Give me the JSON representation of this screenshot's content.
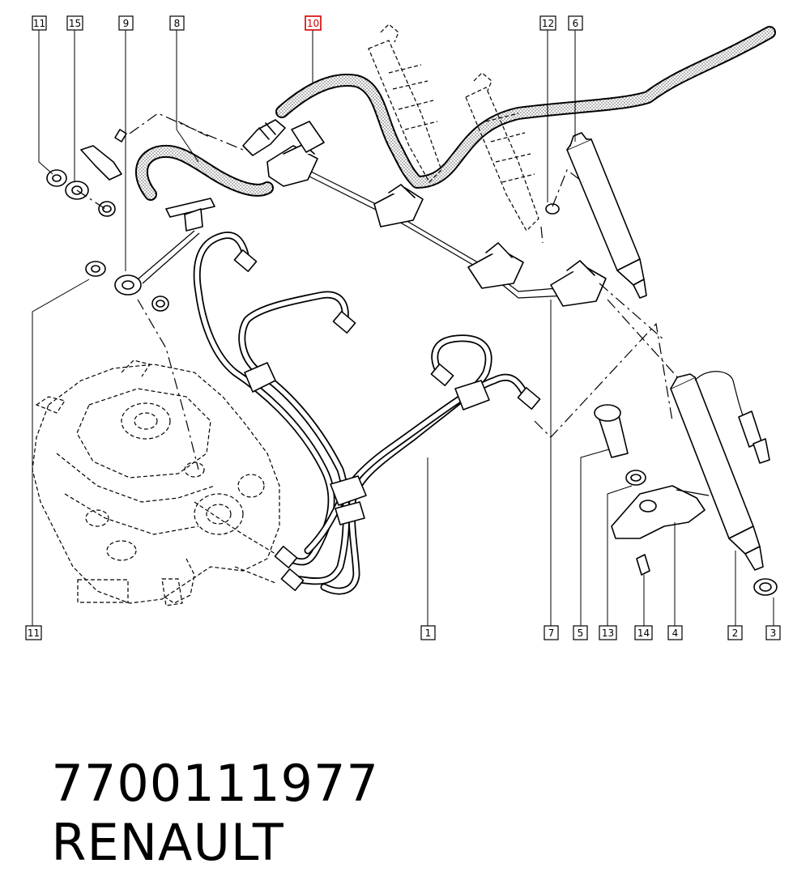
{
  "callouts": {
    "c11a": "11",
    "c15": "15",
    "c9": "9",
    "c8": "8",
    "c10": "10",
    "c12": "12",
    "c6": "6",
    "c11b": "11",
    "c1": "1",
    "c7": "7",
    "c5": "5",
    "c13": "13",
    "c14": "14",
    "c4": "4",
    "c2": "2",
    "c3": "3"
  },
  "caption": {
    "part_number": "7700111977",
    "brand": "RENAULT"
  },
  "colors": {
    "highlight": "#d40000",
    "line": "#000000",
    "background": "#ffffff"
  }
}
